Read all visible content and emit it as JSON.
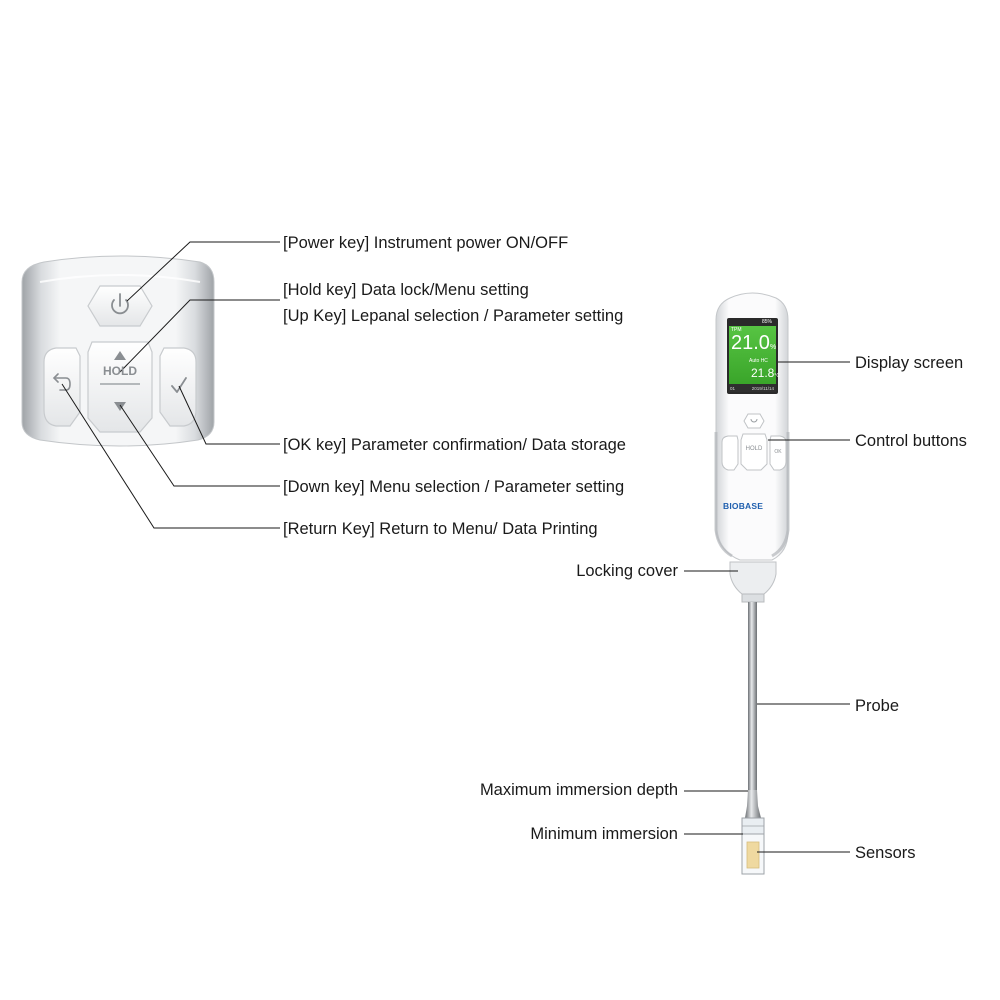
{
  "keypad_callouts": {
    "power": "[Power key] Instrument power ON/OFF",
    "hold": "[Hold key] Data lock/Menu setting",
    "up": "[Up Key] Lepanal selection / Parameter setting",
    "ok": "[OK key] Parameter confirmation/ Data storage",
    "down": "[Down key] Menu selection / Parameter setting",
    "return": "[Return Key] Return to Menu/ Data Printing"
  },
  "device_callouts": {
    "display": "Display screen",
    "controls": "Control buttons",
    "locking_cover": "Locking cover",
    "probe": "Probe",
    "max_depth": "Maximum immersion depth",
    "min_depth": "Minimum immersion",
    "sensors": "Sensors"
  },
  "keypad": {
    "hold_label": "HOLD"
  },
  "device": {
    "brand": "BIOBASE",
    "hold_label": "HOLD",
    "ok_label": "OK",
    "screen": {
      "unit_tpm": "TPM",
      "main_value": "21.0",
      "main_unit": "%",
      "mode": "Auto",
      "mode_extra": "HC",
      "secondary_value": "21.8",
      "secondary_unit": "°C",
      "footer_left": "01",
      "footer_right": "2019/11/14",
      "battery": "85%"
    }
  },
  "colors": {
    "screen_green": "#46b934",
    "body_white": "#f4f5f6",
    "body_grey": "#c9cccf",
    "brand_blue": "#1f5fae",
    "sensor_yellow": "#efd9a0",
    "line": "#1a1a1a"
  }
}
